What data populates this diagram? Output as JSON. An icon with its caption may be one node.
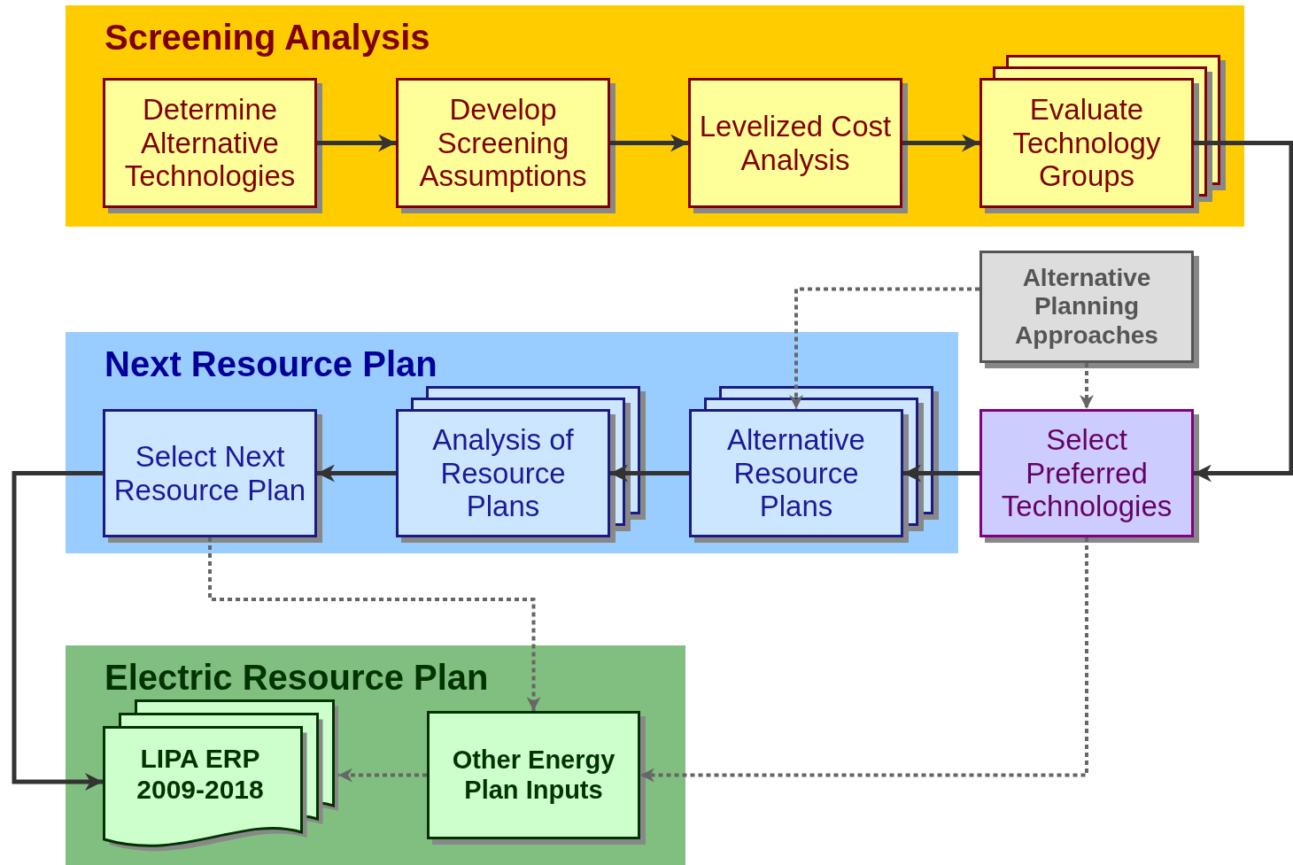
{
  "diagram": {
    "nodes": [
      {
        "text": [
          "Screening Analysis"
        ]
      },
      {
        "text": [
          "Determine Alternative Technologies"
        ],
        "in": 0
      },
      {
        "text": [
          "Develop Screening Assumptions"
        ],
        "in": 0
      },
      {
        "text": [
          "Levelized Cost Analysis"
        ],
        "in": 0
      },
      {
        "text": [
          "Evaluate Technology Groups"
        ],
        "in": 0
      },
      {
        "text": [
          "Alternative Planning Approaches"
        ]
      },
      {
        "text": [
          "Next Resource Plan"
        ]
      },
      {
        "text": [
          "Select Next Resource Plan"
        ],
        "in": 6
      },
      {
        "text": [
          "Analysis of Resource Plans"
        ],
        "in": 6
      },
      {
        "text": [
          "Alternative Resource Plans"
        ],
        "in": 6
      },
      {
        "text": [
          "Select Preferred Technologies"
        ]
      },
      {
        "text": [
          "Electric Resource Plan"
        ]
      },
      {
        "text": [
          "LIPA ERP 2009-2018"
        ],
        "in": 11
      },
      {
        "text": [
          "Other Energy Plan Inputs"
        ],
        "in": 11
      }
    ],
    "edges": [
      {
        "from": 1,
        "to": 2,
        "arrow": "to"
      },
      {
        "from": 2,
        "to": 3,
        "arrow": "to"
      },
      {
        "from": 3,
        "to": 4,
        "arrow": "to"
      },
      {
        "from": 4,
        "to": 10,
        "arrow": "to"
      },
      {
        "from": 10,
        "to": 9,
        "arrow": "to"
      },
      {
        "from": 9,
        "to": 8,
        "arrow": "to"
      },
      {
        "from": 8,
        "to": 7,
        "arrow": "to"
      },
      {
        "from": 7,
        "to": 12,
        "arrow": "to"
      },
      {
        "from": 5,
        "to": 9,
        "arrow": "to",
        "style": "dashed",
        "color": "#666666"
      },
      {
        "from": 5,
        "to": 10,
        "arrow": "to",
        "style": "dashed",
        "color": "#666666"
      },
      {
        "from": 7,
        "to": 13,
        "arrow": "to",
        "style": "dashed",
        "color": "#666666"
      },
      {
        "from": 10,
        "to": 13,
        "arrow": "to",
        "style": "dashed",
        "color": "#666666"
      },
      {
        "from": 13,
        "to": 12,
        "arrow": "to",
        "style": "dashed",
        "color": "#666666"
      }
    ]
  }
}
